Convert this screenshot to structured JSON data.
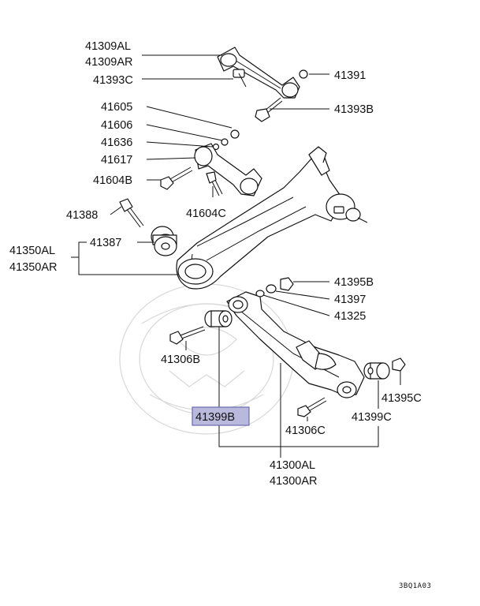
{
  "labels": {
    "p41309AL": "41309AL",
    "p41309AR": "41309AR",
    "p41393C": "41393C",
    "p41391": "41391",
    "p41393B": "41393B",
    "p41605": "41605",
    "p41606": "41606",
    "p41636": "41636",
    "p41617": "41617",
    "p41604B": "41604B",
    "p41604C": "41604C",
    "p41388": "41388",
    "p41387": "41387",
    "p41350AL": "41350AL",
    "p41350AR": "41350AR",
    "p41395B": "41395B",
    "p41397": "41397",
    "p41325": "41325",
    "p41306B": "41306B",
    "p41399B": "41399B",
    "p41395C": "41395C",
    "p41399C": "41399C",
    "p41306C": "41306C",
    "p41300AL": "41300AL",
    "p41300AR": "41300AR"
  },
  "highlighted_part": "41399B",
  "highlight_color": "#b9b9dd",
  "diagram_code": "3BQ1A03"
}
